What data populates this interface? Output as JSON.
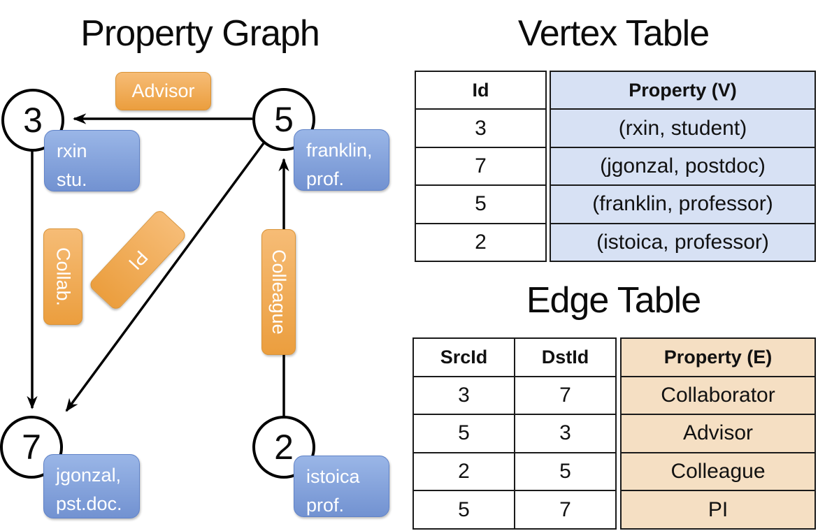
{
  "graph": {
    "title": "Property Graph",
    "vertices": [
      {
        "id": "3",
        "property": [
          "rxin",
          "stu."
        ]
      },
      {
        "id": "5",
        "property": [
          "franklin,",
          "prof."
        ]
      },
      {
        "id": "7",
        "property": [
          "jgonzal,",
          "pst.doc."
        ]
      },
      {
        "id": "2",
        "property": [
          "istoica",
          "prof."
        ]
      }
    ],
    "edge_labels": {
      "advisor": "Advisor",
      "collab": "Collab.",
      "pi": "PI",
      "colleague": "Colleague"
    }
  },
  "vertex_table": {
    "title": "Vertex Table",
    "columns": {
      "id": "Id",
      "property": "Property (V)"
    },
    "rows": [
      {
        "id": "3",
        "property": "(rxin, student)"
      },
      {
        "id": "7",
        "property": "(jgonzal, postdoc)"
      },
      {
        "id": "5",
        "property": "(franklin, professor)"
      },
      {
        "id": "2",
        "property": "(istoica, professor)"
      }
    ]
  },
  "edge_table": {
    "title": "Edge Table",
    "columns": {
      "src": "SrcId",
      "dst": "DstId",
      "property": "Property (E)"
    },
    "rows": [
      {
        "src": "3",
        "dst": "7",
        "property": "Collaborator"
      },
      {
        "src": "5",
        "dst": "3",
        "property": "Advisor"
      },
      {
        "src": "2",
        "dst": "5",
        "property": "Colleague"
      },
      {
        "src": "5",
        "dst": "7",
        "property": "PI"
      }
    ]
  },
  "colors": {
    "orange-light": "#f6bc76",
    "orange-dark": "#eb9e3e",
    "blue-light": "#9ab6e7",
    "blue-dark": "#7292d1",
    "table-blue": "#d7e1f4",
    "table-peach": "#f5dfc3"
  }
}
